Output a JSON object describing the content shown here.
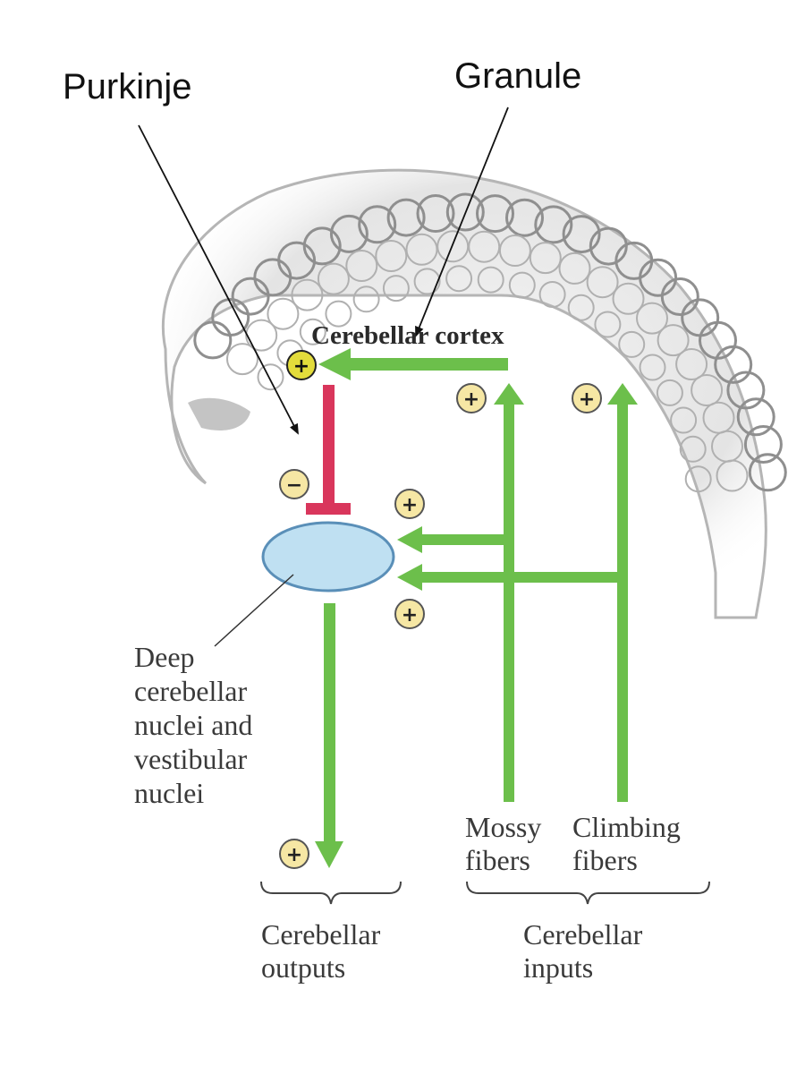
{
  "labels": {
    "purkinje": "Purkinje",
    "granule": "Granule",
    "cerebellar_cortex": "Cerebellar cortex",
    "deep_nuclei": [
      "Deep",
      "cerebellar",
      "nuclei and",
      "vestibular",
      "nuclei"
    ],
    "mossy_fibers": [
      "Mossy",
      "fibers"
    ],
    "climbing_fibers": [
      "Climbing",
      "fibers"
    ],
    "cerebellar_outputs": [
      "Cerebellar",
      "outputs"
    ],
    "cerebellar_inputs": [
      "Cerebellar",
      "inputs"
    ]
  },
  "signs": {
    "plus": "+",
    "minus": "−"
  },
  "colors": {
    "excitatory": "#6cbf4b",
    "inhibitory": "#d9365c",
    "nucleus_fill": "#bfe0f2",
    "nucleus_stroke": "#5a8fb8",
    "sign_fill": "#f6e7a4",
    "sign_fill_active": "#e3dc3b",
    "pointer": "#111111",
    "cortex": "#9a9a9a"
  }
}
